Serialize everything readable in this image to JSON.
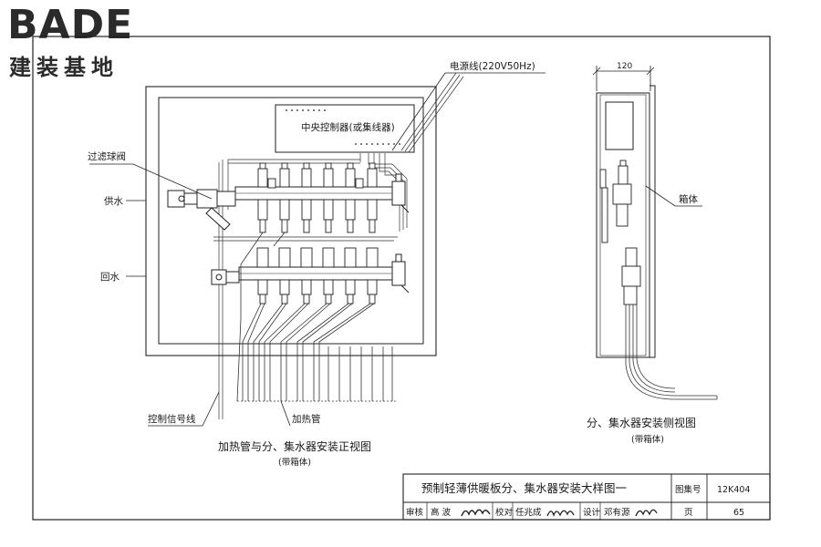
{
  "logo": {
    "brand": "BADE",
    "subtitle": "建装基地"
  },
  "front_view": {
    "controller_label": "中央控制器(或集线器)",
    "power_line_label": "电源线(220V50Hz)",
    "filter_valve_label": "过滤球阀",
    "supply_label": "供水",
    "return_label": "回水",
    "signal_line_label": "控制信号线",
    "heating_pipe_label": "加热管",
    "caption": "加热管与分、集水器安装正视图",
    "caption_sub": "(带箱体)"
  },
  "side_view": {
    "dimension": "120",
    "box_label": "箱体",
    "caption": "分、集水器安装侧视图",
    "caption_sub": "(带箱体)"
  },
  "title_block": {
    "title": "预制轻薄供暖板分、集水器安装大样图一",
    "atlas_label": "图集号",
    "atlas_no": "12K404",
    "page_label": "页",
    "page_no": "65",
    "review_label": "审核",
    "review_name": "高 波",
    "check_label": "校对",
    "check_name": "任兆成",
    "design_label": "设计",
    "design_name": "邓有源"
  }
}
